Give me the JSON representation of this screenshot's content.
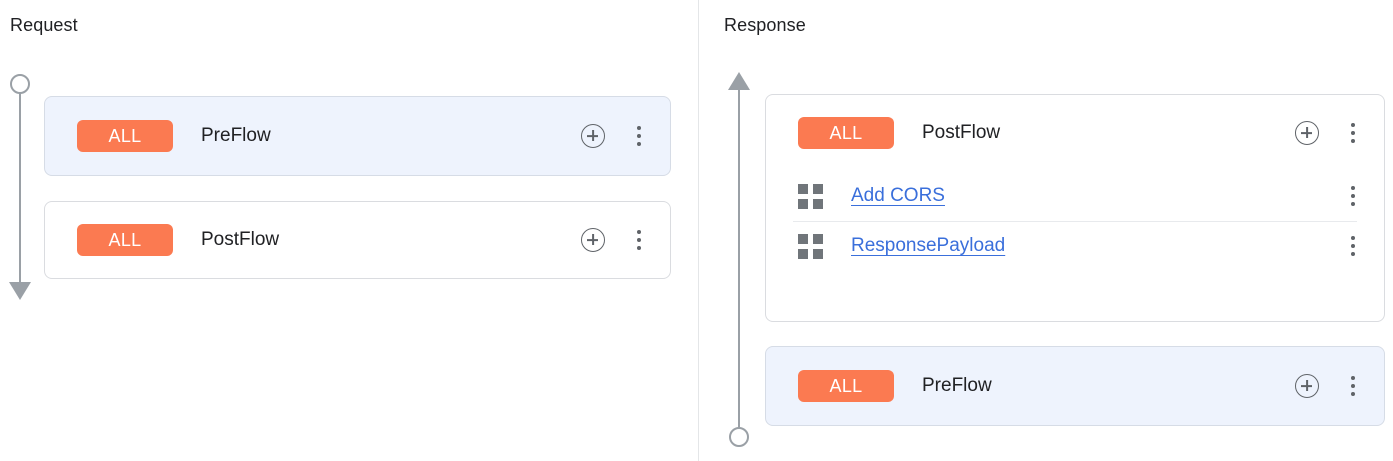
{
  "panels": {
    "request": {
      "title": "Request",
      "rail": {
        "start_icon": "circle-node",
        "end_icon": "arrow-down"
      },
      "cards": [
        {
          "type": "flow",
          "selected": true,
          "badge": "ALL",
          "badge_color": "#fb7a51",
          "name": "PreFlow",
          "add_icon": "plus-circle-icon",
          "menu_icon": "more-vert-icon",
          "policies": []
        },
        {
          "type": "flow",
          "selected": false,
          "badge": "ALL",
          "badge_color": "#fb7a51",
          "name": "PostFlow",
          "add_icon": "plus-circle-icon",
          "menu_icon": "more-vert-icon",
          "policies": []
        }
      ]
    },
    "response": {
      "title": "Response",
      "rail": {
        "start_icon": "arrow-up",
        "end_icon": "circle-node"
      },
      "cards": [
        {
          "type": "flow",
          "selected": false,
          "badge": "ALL",
          "badge_color": "#fb7a51",
          "name": "PostFlow",
          "add_icon": "plus-circle-icon",
          "menu_icon": "more-vert-icon",
          "policies": [
            {
              "icon": "policy-grid-icon",
              "label": "Add CORS",
              "menu_icon": "more-vert-icon"
            },
            {
              "icon": "policy-grid-icon",
              "label": "ResponsePayload",
              "menu_icon": "more-vert-icon"
            }
          ]
        },
        {
          "type": "flow",
          "selected": true,
          "badge": "ALL",
          "badge_color": "#fb7a51",
          "name": "PreFlow",
          "add_icon": "plus-circle-icon",
          "menu_icon": "more-vert-icon",
          "policies": []
        }
      ]
    }
  },
  "colors": {
    "badge": "#fb7a51",
    "selected_card_bg": "#eef3fd",
    "link": "#3a6fdb",
    "rail": "#9aa0a6",
    "card_border": "#dadce0"
  }
}
